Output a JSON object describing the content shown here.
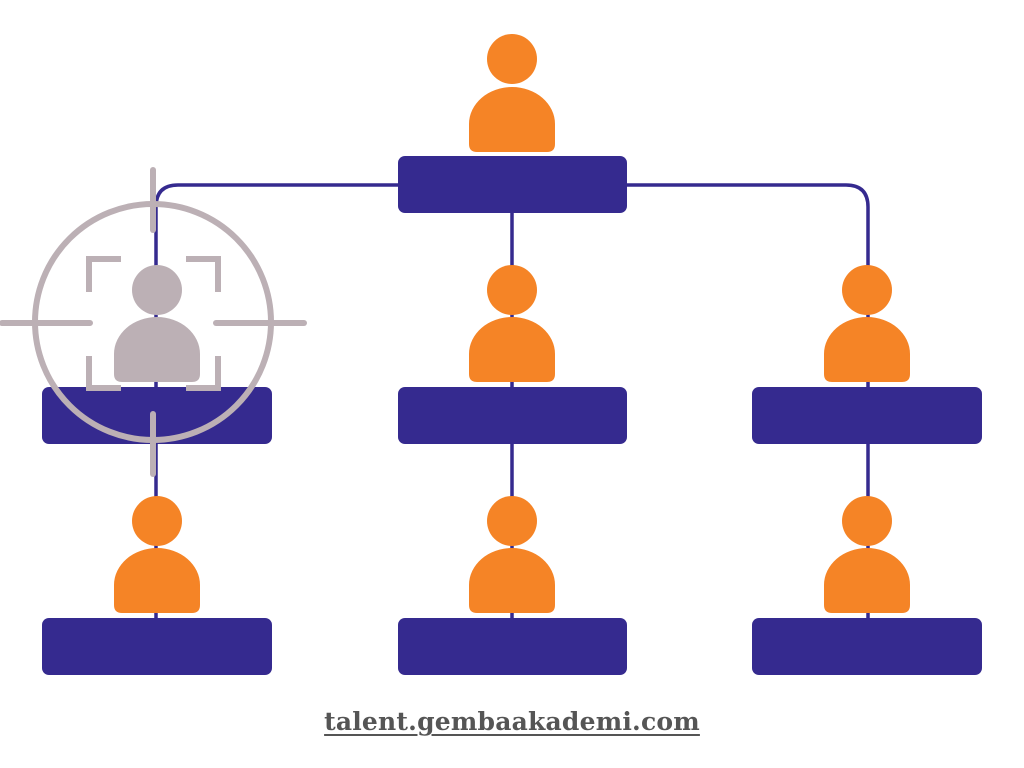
{
  "footer": {
    "url_text": "talent.gembaakademi.com"
  },
  "org_chart": {
    "nodes": [
      {
        "id": "top",
        "level": 0,
        "highlighted": false
      },
      {
        "id": "left",
        "level": 1,
        "highlighted": true
      },
      {
        "id": "center",
        "level": 1,
        "highlighted": false
      },
      {
        "id": "right",
        "level": 1,
        "highlighted": false
      },
      {
        "id": "left-sub",
        "level": 2,
        "highlighted": false
      },
      {
        "id": "center-sub",
        "level": 2,
        "highlighted": false
      },
      {
        "id": "right-sub",
        "level": 2,
        "highlighted": false
      }
    ],
    "edges": [
      [
        "top",
        "left"
      ],
      [
        "top",
        "center"
      ],
      [
        "top",
        "right"
      ],
      [
        "left",
        "left-sub"
      ],
      [
        "center",
        "center-sub"
      ],
      [
        "right",
        "right-sub"
      ]
    ]
  },
  "colors": {
    "person": "#f58426",
    "box": "#352a8f",
    "line": "#352a8f",
    "target": "#bcb0b5",
    "footer_text": "#555555"
  },
  "icons": {
    "person": "person-icon",
    "target": "crosshair-target-icon"
  }
}
